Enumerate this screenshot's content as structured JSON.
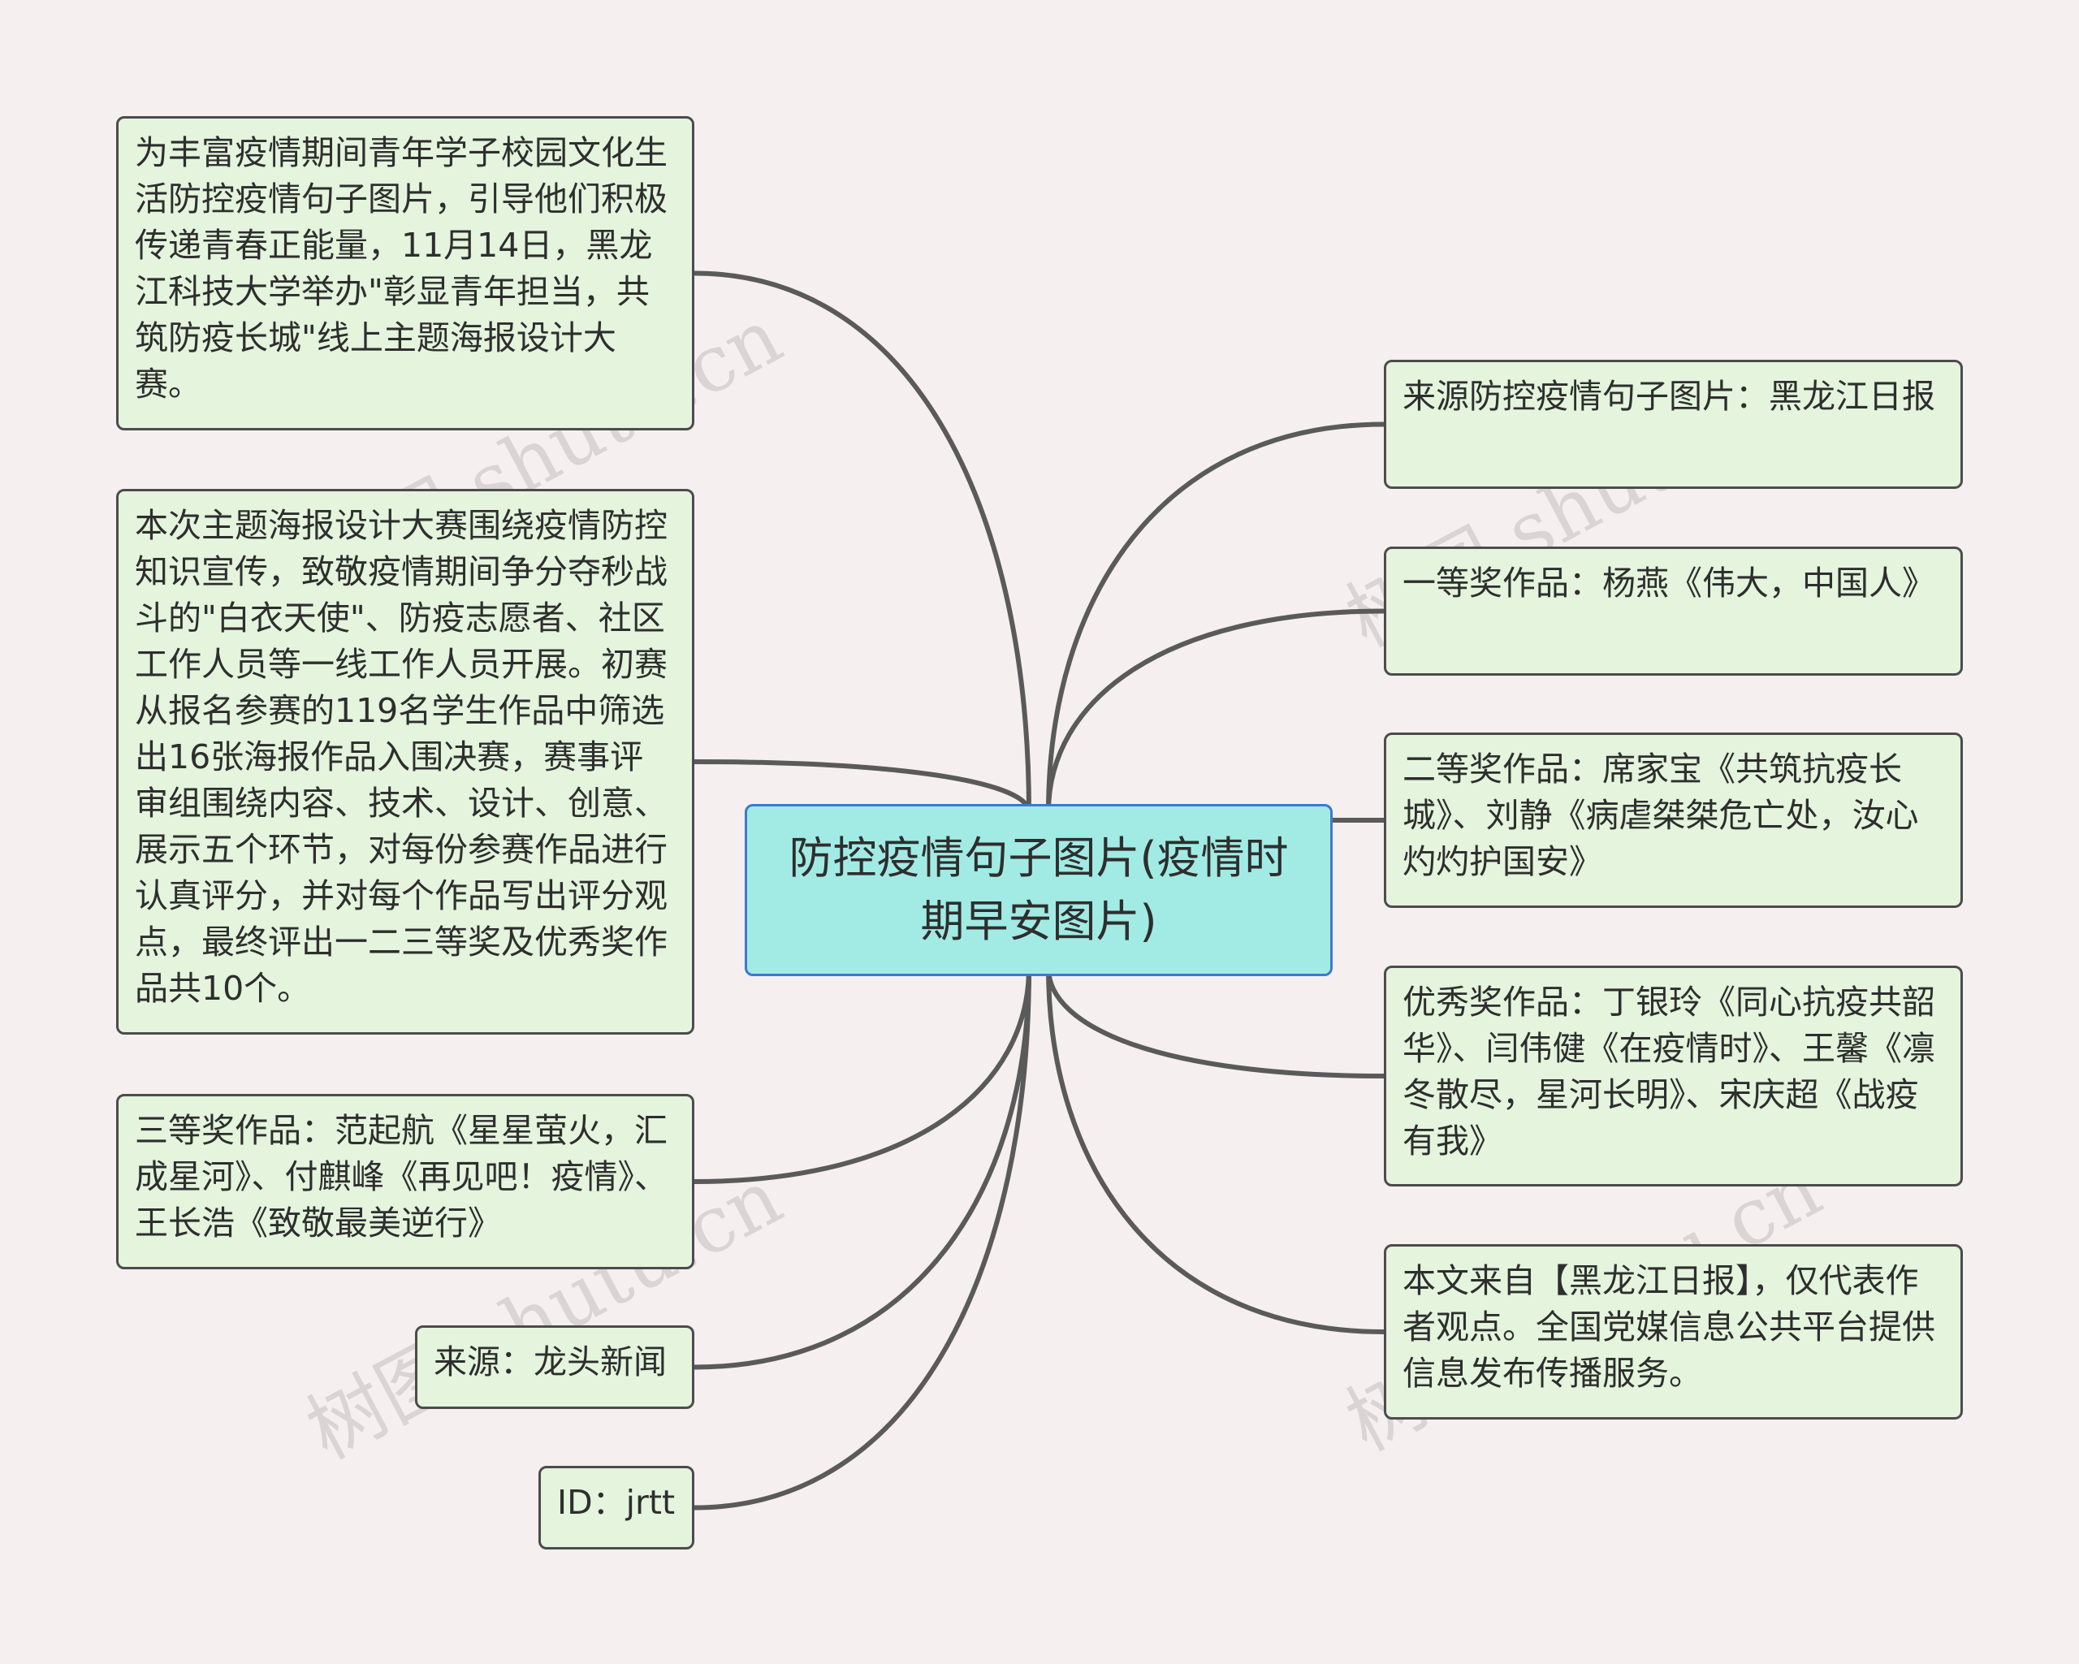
{
  "watermark": {
    "text": "树图 shutu.cn"
  },
  "colors": {
    "background": "#f6eff0",
    "node_fill": "#e4f4dd",
    "node_border": "#4c4c4c",
    "center_fill": "#a2ebe4",
    "center_border": "#3f78cc",
    "connector": "#5a5a5a"
  },
  "mindmap": {
    "center": "防控疫情句子图片(疫情时期早安图片)",
    "left": [
      "为丰富疫情期间青年学子校园文化生活防控疫情句子图片，引导他们积极传递青春正能量，11月14日，黑龙江科技大学举办\"彰显青年担当，共筑防疫长城\"线上主题海报设计大赛。",
      "本次主题海报设计大赛围绕疫情防控知识宣传，致敬疫情期间争分夺秒战斗的\"白衣天使\"、防疫志愿者、社区工作人员等一线工作人员开展。初赛从报名参赛的119名学生作品中筛选出16张海报作品入围决赛，赛事评审组围绕内容、技术、设计、创意、展示五个环节，对每份参赛作品进行认真评分，并对每个作品写出评分观点，最终评出一二三等奖及优秀奖作品共10个。",
      "三等奖作品：范起航《星星萤火，汇成星河》、付麒峰《再见吧！疫情》、王长浩《致敬最美逆行》",
      "来源：龙头新闻",
      "ID：jrtt"
    ],
    "right": [
      "来源防控疫情句子图片：黑龙江日报",
      "一等奖作品：杨燕《伟大，中国人》",
      "二等奖作品：席家宝《共筑抗疫长城》、刘静《病虐桀桀危亡处，汝心灼灼护国安》",
      "优秀奖作品：丁银玲《同心抗疫共韶华》、闫伟健《在疫情时》、王馨《凛冬散尽，星河长明》、宋庆超《战疫有我》",
      "本文来自【黑龙江日报】，仅代表作者观点。全国党媒信息公共平台提供信息发布传播服务。"
    ]
  }
}
